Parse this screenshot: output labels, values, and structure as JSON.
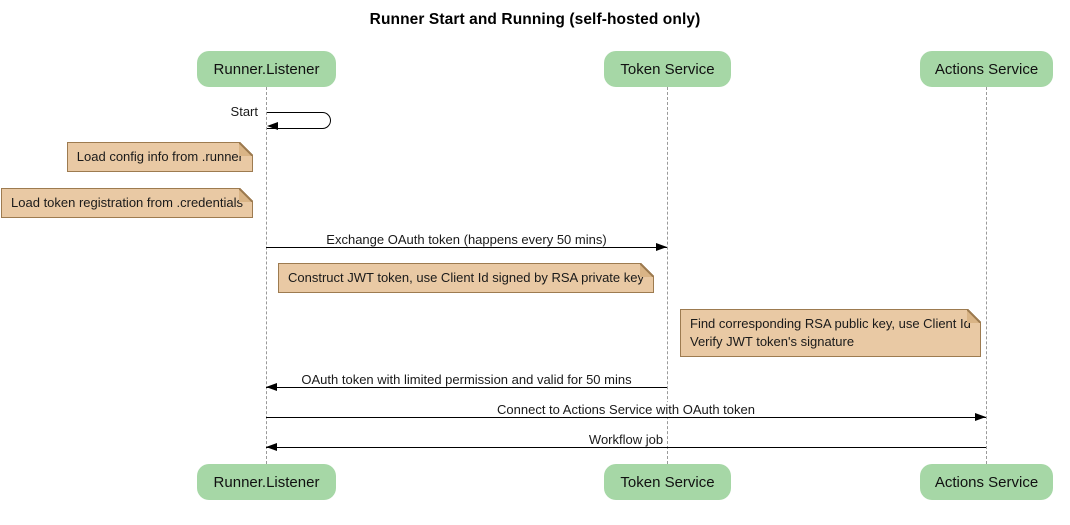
{
  "title": "Runner Start and Running (self-hosted only)",
  "colors": {
    "participant_fill": "#a6d7a6",
    "note_fill": "#e9c9a4",
    "note_border": "#9d7b50",
    "lifeline": "#9a9a9a",
    "arrow": "#000000",
    "background": "#ffffff"
  },
  "participants": [
    {
      "id": "runner-listener",
      "label": "Runner.Listener"
    },
    {
      "id": "token-service",
      "label": "Token Service"
    },
    {
      "id": "actions-service",
      "label": "Actions Service"
    }
  ],
  "messages": [
    {
      "label": "Start",
      "type": "self",
      "from": "runner-listener",
      "to": "runner-listener"
    },
    {
      "label": "Exchange OAuth token (happens every 50 mins)",
      "type": "solid",
      "from": "runner-listener",
      "to": "token-service"
    },
    {
      "label": "OAuth token with limited permission and valid for 50 mins",
      "type": "solid",
      "from": "token-service",
      "to": "runner-listener"
    },
    {
      "label": "Connect to Actions Service with OAuth token",
      "type": "solid",
      "from": "runner-listener",
      "to": "actions-service"
    },
    {
      "label": "Workflow job",
      "type": "solid",
      "from": "actions-service",
      "to": "runner-listener"
    }
  ],
  "notes": [
    {
      "text": "Load config info from .runner",
      "position": "left of runner-listener"
    },
    {
      "text": "Load token registration from .credentials",
      "position": "left of runner-listener"
    },
    {
      "text": "Construct JWT token, use Client Id signed by RSA private key",
      "position": "between runner-listener and token-service"
    },
    {
      "lines": [
        "Find corresponding RSA public key, use Client Id",
        "Verify JWT token's signature"
      ],
      "position": "between token-service and actions-service"
    }
  ]
}
